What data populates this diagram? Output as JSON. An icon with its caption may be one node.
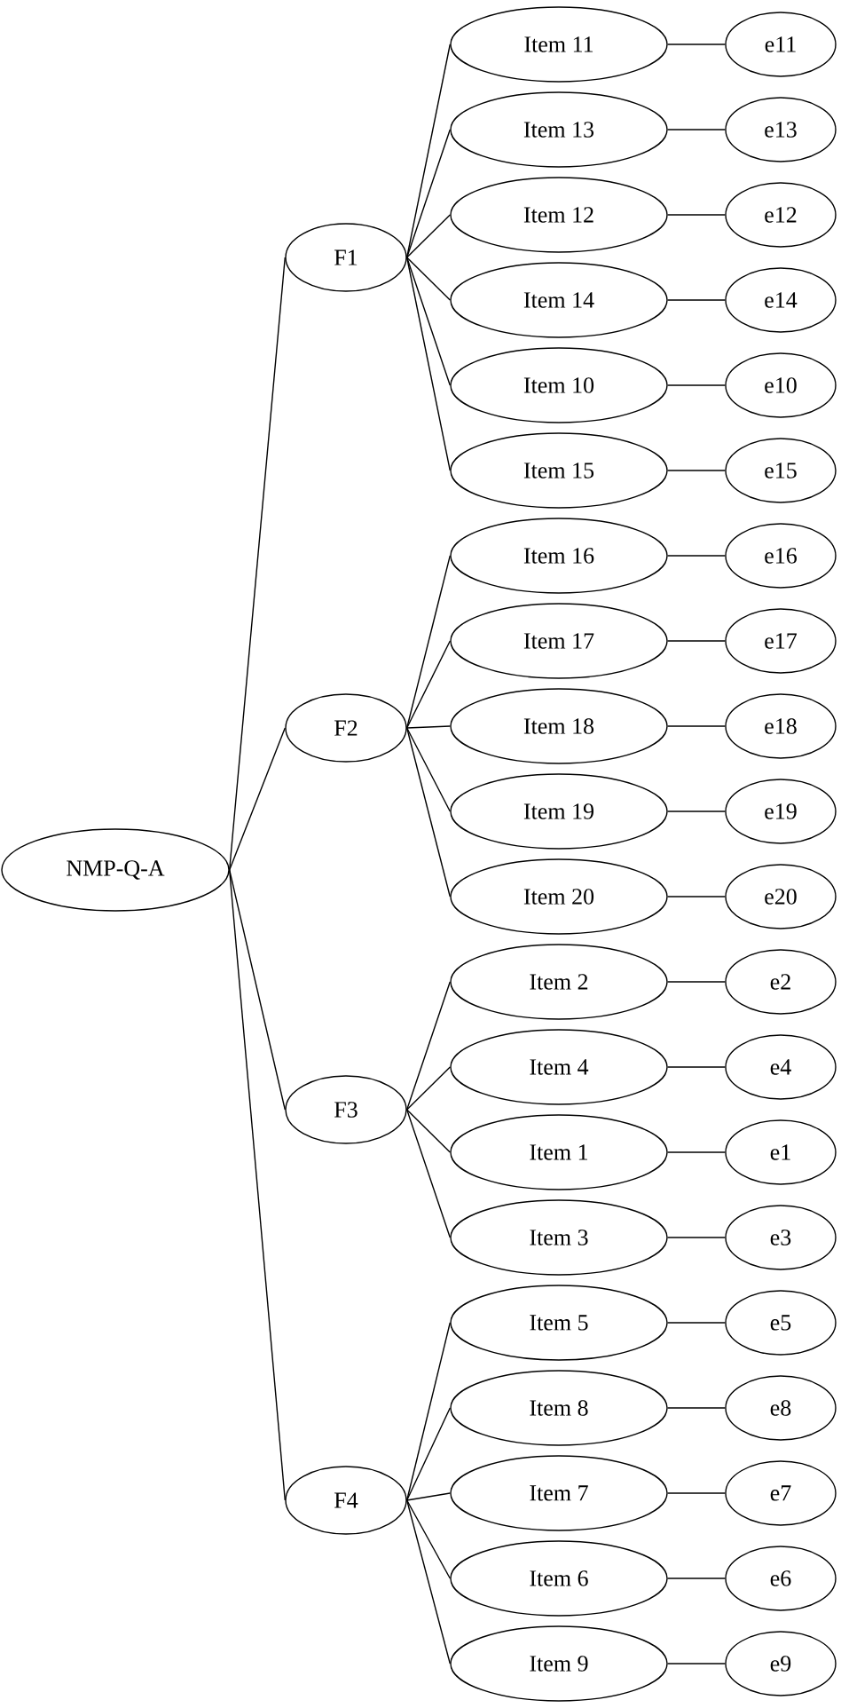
{
  "diagram": {
    "nodes": [
      {
        "text": [
          "NMP-Q-A"
        ]
      },
      {
        "text": [
          "F1"
        ]
      },
      {
        "text": [
          "F2"
        ]
      },
      {
        "text": [
          "F3"
        ]
      },
      {
        "text": [
          "F4"
        ]
      },
      {
        "text": [
          "Item 11"
        ]
      },
      {
        "text": [
          "Item 13"
        ]
      },
      {
        "text": [
          "Item 12"
        ]
      },
      {
        "text": [
          "Item 14"
        ]
      },
      {
        "text": [
          "Item 10"
        ]
      },
      {
        "text": [
          "Item 15"
        ]
      },
      {
        "text": [
          "Item 16"
        ]
      },
      {
        "text": [
          "Item 17"
        ]
      },
      {
        "text": [
          "Item 18"
        ]
      },
      {
        "text": [
          "Item 19"
        ]
      },
      {
        "text": [
          "Item 20"
        ]
      },
      {
        "text": [
          "Item 2"
        ]
      },
      {
        "text": [
          "Item 4"
        ]
      },
      {
        "text": [
          "Item 1"
        ]
      },
      {
        "text": [
          "Item 3"
        ]
      },
      {
        "text": [
          "Item 5"
        ]
      },
      {
        "text": [
          "Item 8"
        ]
      },
      {
        "text": [
          "Item 7"
        ]
      },
      {
        "text": [
          "Item 6"
        ]
      },
      {
        "text": [
          "Item 9"
        ]
      },
      {
        "text": [
          "e11"
        ]
      },
      {
        "text": [
          "e13"
        ]
      },
      {
        "text": [
          "e12"
        ]
      },
      {
        "text": [
          "e14"
        ]
      },
      {
        "text": [
          "e10"
        ]
      },
      {
        "text": [
          "e15"
        ]
      },
      {
        "text": [
          "e16"
        ]
      },
      {
        "text": [
          "e17"
        ]
      },
      {
        "text": [
          "e18"
        ]
      },
      {
        "text": [
          "e19"
        ]
      },
      {
        "text": [
          "e20"
        ]
      },
      {
        "text": [
          "e2"
        ]
      },
      {
        "text": [
          "e4"
        ]
      },
      {
        "text": [
          "e1"
        ]
      },
      {
        "text": [
          "e3"
        ]
      },
      {
        "text": [
          "e5"
        ]
      },
      {
        "text": [
          "e8"
        ]
      },
      {
        "text": [
          "e7"
        ]
      },
      {
        "text": [
          "e6"
        ]
      },
      {
        "text": [
          "e9"
        ]
      }
    ],
    "edges": [
      {
        "from": 0,
        "to": 1,
        "arrow": "none"
      },
      {
        "from": 0,
        "to": 2,
        "arrow": "none"
      },
      {
        "from": 0,
        "to": 3,
        "arrow": "none"
      },
      {
        "from": 0,
        "to": 4,
        "arrow": "none"
      },
      {
        "from": 1,
        "to": 5,
        "arrow": "none"
      },
      {
        "from": 1,
        "to": 6,
        "arrow": "none"
      },
      {
        "from": 1,
        "to": 7,
        "arrow": "none"
      },
      {
        "from": 1,
        "to": 8,
        "arrow": "none"
      },
      {
        "from": 1,
        "to": 9,
        "arrow": "none"
      },
      {
        "from": 1,
        "to": 10,
        "arrow": "none"
      },
      {
        "from": 2,
        "to": 11,
        "arrow": "none"
      },
      {
        "from": 2,
        "to": 12,
        "arrow": "none"
      },
      {
        "from": 2,
        "to": 13,
        "arrow": "none"
      },
      {
        "from": 2,
        "to": 14,
        "arrow": "none"
      },
      {
        "from": 2,
        "to": 15,
        "arrow": "none"
      },
      {
        "from": 3,
        "to": 16,
        "arrow": "none"
      },
      {
        "from": 3,
        "to": 17,
        "arrow": "none"
      },
      {
        "from": 3,
        "to": 18,
        "arrow": "none"
      },
      {
        "from": 3,
        "to": 19,
        "arrow": "none"
      },
      {
        "from": 4,
        "to": 20,
        "arrow": "none"
      },
      {
        "from": 4,
        "to": 21,
        "arrow": "none"
      },
      {
        "from": 4,
        "to": 22,
        "arrow": "none"
      },
      {
        "from": 4,
        "to": 23,
        "arrow": "none"
      },
      {
        "from": 4,
        "to": 24,
        "arrow": "none"
      },
      {
        "from": 5,
        "to": 25,
        "arrow": "none"
      },
      {
        "from": 6,
        "to": 26,
        "arrow": "none"
      },
      {
        "from": 7,
        "to": 27,
        "arrow": "none"
      },
      {
        "from": 8,
        "to": 28,
        "arrow": "none"
      },
      {
        "from": 9,
        "to": 29,
        "arrow": "none"
      },
      {
        "from": 10,
        "to": 30,
        "arrow": "none"
      },
      {
        "from": 11,
        "to": 31,
        "arrow": "none"
      },
      {
        "from": 12,
        "to": 32,
        "arrow": "none"
      },
      {
        "from": 13,
        "to": 33,
        "arrow": "none"
      },
      {
        "from": 14,
        "to": 34,
        "arrow": "none"
      },
      {
        "from": 15,
        "to": 35,
        "arrow": "none"
      },
      {
        "from": 16,
        "to": 36,
        "arrow": "none"
      },
      {
        "from": 17,
        "to": 37,
        "arrow": "none"
      },
      {
        "from": 18,
        "to": 38,
        "arrow": "none"
      },
      {
        "from": 19,
        "to": 39,
        "arrow": "none"
      },
      {
        "from": 20,
        "to": 40,
        "arrow": "none"
      },
      {
        "from": 21,
        "to": 41,
        "arrow": "none"
      },
      {
        "from": 22,
        "to": 42,
        "arrow": "none"
      },
      {
        "from": 23,
        "to": 43,
        "arrow": "none"
      },
      {
        "from": 24,
        "to": 44,
        "arrow": "none"
      }
    ]
  }
}
